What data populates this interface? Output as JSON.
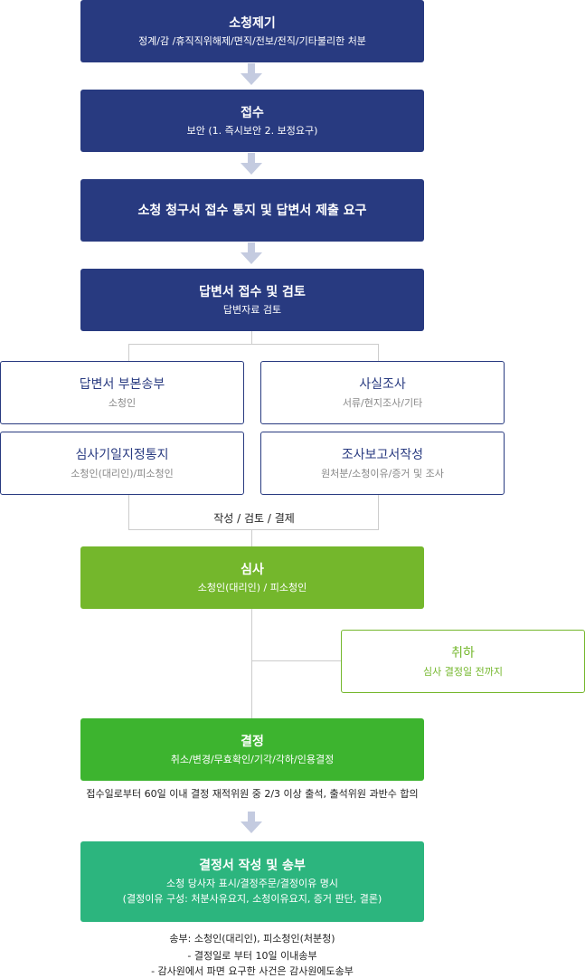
{
  "steps": [
    {
      "title": "소청제기",
      "sub": "정계/감 /휴직직위해제/면직/전보/전직/기타불리한 처분"
    },
    {
      "title": "접수",
      "sub": "보안 (1. 즉시보안 2. 보정요구)"
    },
    {
      "title": "소청 청구서 접수 통지 및 답변서 제출 요구"
    },
    {
      "title": "답변서 접수 및 검토",
      "sub": "답변자료 검토"
    }
  ],
  "branches": [
    {
      "title": "답변서 부본송부",
      "sub": "소청인"
    },
    {
      "title": "사실조사",
      "sub": "서류/현지조사/기타"
    },
    {
      "title": "심사기일지정통지",
      "sub": "소청인(대리인)/피소청인"
    },
    {
      "title": "조사보고서작성",
      "sub": "원처분/소청이유/증거 및 조사"
    }
  ],
  "merge_label": "작성 / 검토 / 결제",
  "review": {
    "title": "심사",
    "sub": "소청인(대리인) / 피소청인"
  },
  "withdraw": {
    "title": "취하",
    "sub": "심사 결정일 전까지"
  },
  "decision": {
    "title": "결정",
    "sub": "취소/변경/무효확인/기각/각하/인용결정"
  },
  "decision_note": "접수일로부터 60일 이내 결정 재적위원 중 2/3 이상 출석, 출석위원 과반수 합의",
  "final": {
    "title": "결정서 작성 및 송부",
    "sub1": "소청 당사자 표시/결정주문/결정이유 명시",
    "sub2": "(결정이유 구성: 처분사유요지, 소청이유요지, 증거 판단, 결론)"
  },
  "final_notes": [
    "송부: 소청인(대리인), 피소청인(처분청)",
    "- 결정일로 부터 10일 이내송부",
    "- 감사원에서 파면 요구한 사건은 감사원에도송부"
  ],
  "colors": {
    "navy": "#283a80",
    "green_light": "#74b72c",
    "green": "#3db42f",
    "teal": "#2cb57e",
    "arrow": "#c4cbe0"
  },
  "icons": [
    "arrow-down-icon"
  ]
}
